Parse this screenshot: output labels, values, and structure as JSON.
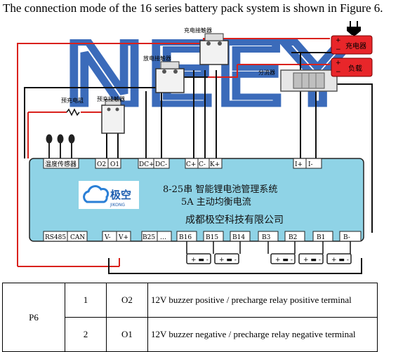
{
  "caption": "The connection mode of the 16 series battery pack system is shown in Figure 6.",
  "watermark": "NEEY",
  "labels": {
    "charge_contactor": "充电接触器",
    "discharge_contactor": "放电接触器",
    "precharge_resistor": "预充电阻",
    "precharge_contactor": "预充接触器",
    "shunt": "分流器",
    "charger": "充电器",
    "load": "负载",
    "plus": "+",
    "minus": "−"
  },
  "board": {
    "title": "8-25串  智能锂电池管理系统",
    "subtitle": "5A  主动均衡电流",
    "company": "成都极空科技有限公司",
    "logo_text": "极空",
    "logo_sub": "JIKONG"
  },
  "top_pins": {
    "temp": "温度传感器",
    "o2": "O2",
    "o1": "O1",
    "dc_plus": "DC+",
    "dc_minus": "DC-",
    "c_plus": "C+",
    "c_minus": "C-",
    "k_plus": "K+",
    "i_plus": "I+",
    "i_minus": "I-"
  },
  "bottom_pins": {
    "rs485": "RS485",
    "can": "CAN",
    "v_minus": "V-",
    "v_plus": "V+",
    "b25": "B25",
    "dots": "…",
    "b16": "B16",
    "b15": "B15",
    "b14": "B14",
    "b3": "B3",
    "b2": "B2",
    "b1": "B1",
    "b_minus": "B-"
  },
  "colors": {
    "board": "#8fd3e6",
    "wire_red": "#d9211c",
    "wire_black": "#111111",
    "watermark": "#2b5fb5",
    "tag_red": "#e8262a"
  },
  "table": {
    "port": "P6",
    "rows": [
      {
        "num": "1",
        "pin": "O2",
        "desc": "12V buzzer positive / precharge relay positive terminal"
      },
      {
        "num": "2",
        "pin": "O1",
        "desc": "12V buzzer negative / precharge relay negative terminal"
      }
    ]
  }
}
